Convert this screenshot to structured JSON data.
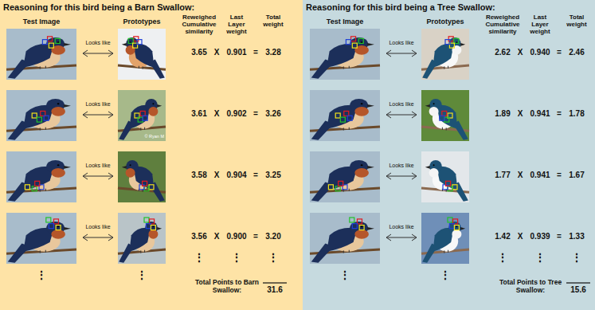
{
  "diagram": {
    "nodes": [
      {
        "text": [
          "Reasoning for this bird being a Barn Swallow:"
        ]
      },
      {
        "text": [
          "Reasoning for this bird being a Tree Swallow:"
        ]
      }
    ],
    "labels": [
      "Test Image",
      "Prototypes",
      "Reweighed Cumulative similarity",
      "Last Layer weight",
      "Total weight",
      "Looks like",
      "3.65",
      "X",
      "0.901",
      "=",
      "3.28",
      "Looks like",
      "3.61",
      "X",
      "0.902",
      "=",
      "3.26",
      "Looks like",
      "3.58",
      "X",
      "0.904",
      "=",
      "3.25",
      "Looks like",
      "3.56",
      "X",
      "0.900",
      "=",
      "3.20",
      "⋮",
      "⋮",
      "⋮",
      "⋮",
      "⋮",
      "Total Points to Barn Swallow:",
      "31.6",
      "Test Image",
      "Prototypes",
      "Reweighed Cumulative similarity",
      "Last Layer weight",
      "Total weight",
      "Looks like",
      "2.62",
      "X",
      "0.940",
      "=",
      "2.46",
      "Looks like",
      "1.89",
      "X",
      "0.941",
      "=",
      "1.78",
      "Looks like",
      "1.77",
      "X",
      "0.941",
      "=",
      "1.67",
      "Looks like",
      "1.42",
      "X",
      "0.939",
      "=",
      "1.33",
      "⋮",
      "⋮",
      "⋮",
      "⋮",
      "⋮",
      "Total Points to Tree Swallow:",
      "15.6",
      "© Ryan M"
    ]
  }
}
